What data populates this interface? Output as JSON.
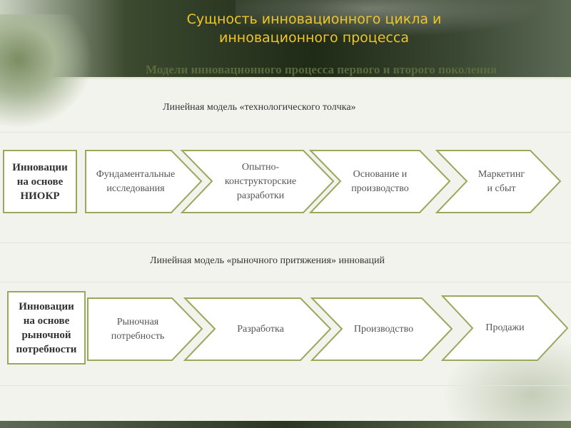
{
  "slide": {
    "title_line1": "Сущность инновационного цикла и",
    "title_line2": "инновационного процесса",
    "subtitle": "Модели инновационного процесса первого и второго поколения"
  },
  "model1": {
    "heading": "Линейная модель «технологического толчка»",
    "source": [
      "Инновации",
      "на основе",
      "НИОКР"
    ],
    "steps": [
      [
        "Фундаментальные",
        "исследования"
      ],
      [
        "Опытно-",
        "конструкторские",
        "разработки"
      ],
      [
        "Основание и",
        "производство"
      ],
      [
        "Маркетинг",
        "и сбыт"
      ]
    ]
  },
  "model2": {
    "heading": "Линейная модель «рыночного притяжения» инноваций",
    "source": [
      "Инновации",
      "на основе",
      "рыночной",
      "потребности"
    ],
    "steps": [
      [
        "Рыночная",
        "потребность"
      ],
      [
        "Разработка"
      ],
      [
        "Производство"
      ],
      [
        "Продажи"
      ]
    ]
  },
  "colors": {
    "accent": "#f0c52a",
    "border": "#9aa85e",
    "subtitle": "#5c6b3b"
  }
}
